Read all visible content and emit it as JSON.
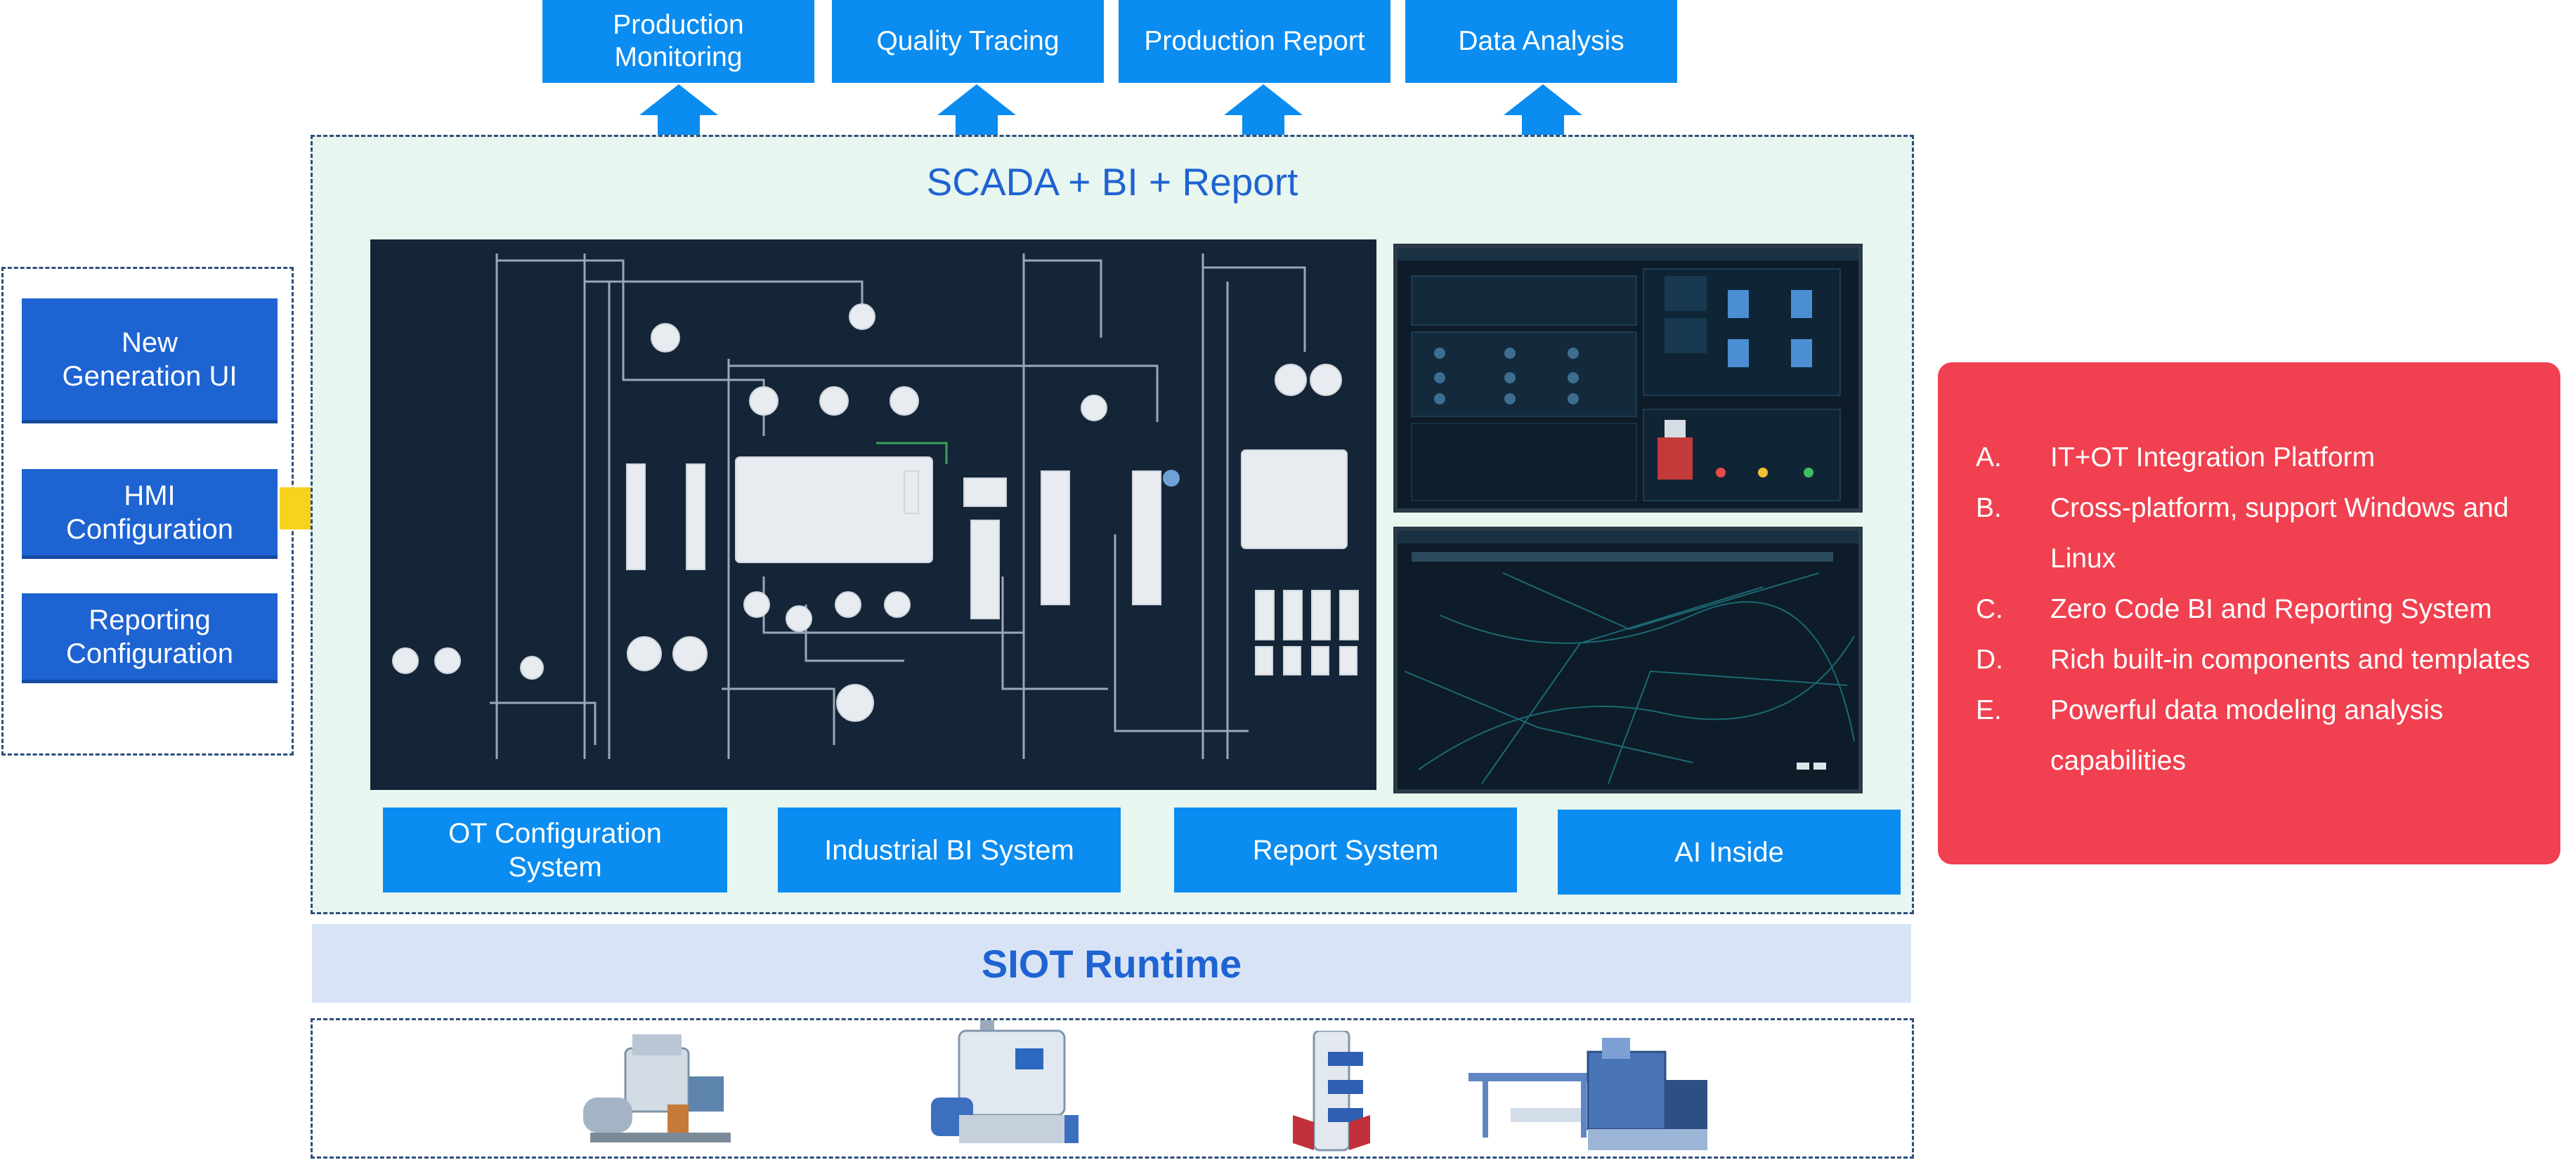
{
  "top_outputs": [
    {
      "label": "Production Monitoring"
    },
    {
      "label": "Quality Tracing"
    },
    {
      "label": "Production Report"
    },
    {
      "label": "Data Analysis"
    }
  ],
  "left_panel": {
    "items": [
      {
        "label": "New Generation UI"
      },
      {
        "label": "HMI Configuration"
      },
      {
        "label": "Reporting Configuration"
      }
    ]
  },
  "scada": {
    "title": "SCADA + BI + Report"
  },
  "systems": [
    {
      "label": "OT Configuration System"
    },
    {
      "label": "Industrial BI System"
    },
    {
      "label": "Report System"
    },
    {
      "label": "AI Inside"
    }
  ],
  "runtime": {
    "label": "SIOT Runtime"
  },
  "features": [
    {
      "key": "A.",
      "text": "IT+OT Integration Platform"
    },
    {
      "key": "B.",
      "text": "Cross-platform, support Windows and Linux"
    },
    {
      "key": "C.",
      "text": "Zero Code BI and Reporting System"
    },
    {
      "key": "D.",
      "text": "Rich built-in components and templates"
    },
    {
      "key": "E.",
      "text": "Powerful data modeling analysis capabilities"
    }
  ],
  "colors": {
    "output_box": "#0a8cf0",
    "left_button": "#1e63d2",
    "scada_bg": "#e8f6f0",
    "runtime_bg": "#d8e4f6",
    "feature_panel": "#f1404f",
    "arrow_yellow": "#f7d21e"
  },
  "icons": [
    "up-arrow-icon",
    "right-arrow-icon",
    "hammer-mill-icon",
    "mixer-icon",
    "pellet-cooler-icon",
    "extruder-line-icon"
  ]
}
